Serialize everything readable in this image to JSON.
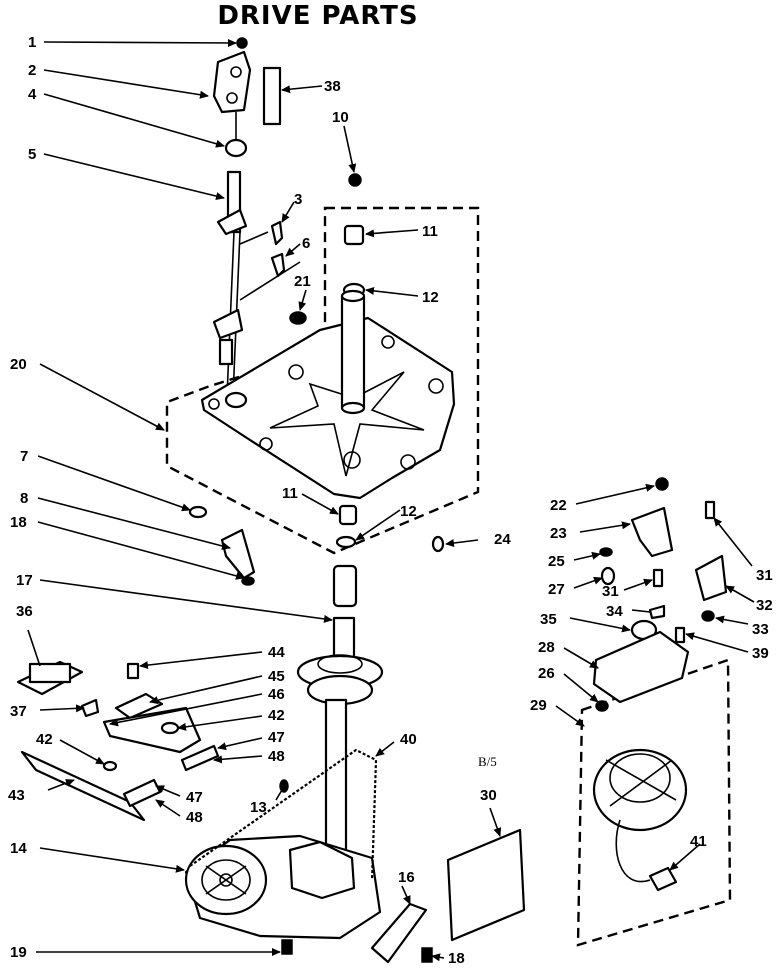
{
  "title": "DRIVE PARTS",
  "note": "B/5",
  "callouts": {
    "c1": "1",
    "c2": "2",
    "c3": "3",
    "c4": "4",
    "c5": "5",
    "c6": "6",
    "c7": "7",
    "c8": "8",
    "c10": "10",
    "c11a": "11",
    "c11b": "11",
    "c12a": "12",
    "c12b": "12",
    "c13": "13",
    "c14": "14",
    "c16": "16",
    "c17": "17",
    "c18a": "18",
    "c18b": "18",
    "c19": "19",
    "c20": "20",
    "c21": "21",
    "c22": "22",
    "c23": "23",
    "c24": "24",
    "c25": "25",
    "c26": "26",
    "c27": "27",
    "c28": "28",
    "c29": "29",
    "c30": "30",
    "c31a": "31",
    "c31b": "31",
    "c32": "32",
    "c33": "33",
    "c34": "34",
    "c35": "35",
    "c36": "36",
    "c37": "37",
    "c38": "38",
    "c39": "39",
    "c40": "40",
    "c41": "41",
    "c42a": "42",
    "c42b": "42",
    "c43": "43",
    "c44": "44",
    "c45": "45",
    "c46": "46",
    "c47a": "47",
    "c47b": "47",
    "c48a": "48",
    "c48b": "48"
  }
}
